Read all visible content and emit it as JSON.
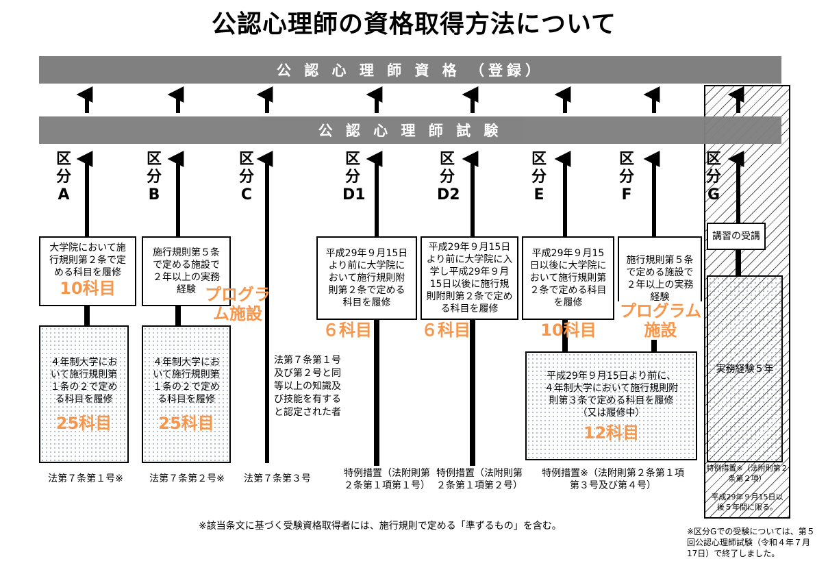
{
  "title": "公認心理師の資格取得方法について",
  "bars": {
    "qualification": "公 認 心 理 師 資 格 （登録）",
    "exam": "公 認 心 理 師 試 験"
  },
  "columns": {
    "A": {
      "label": "区分A",
      "box1": "大学院において施行規則第２条で定める科目を履修",
      "box1_count": "10科目",
      "box2": "４年制大学において施行規則第１条の２で定める科目を履修",
      "box2_count": "25科目",
      "caption": "法第７条第１号※"
    },
    "B": {
      "label": "区分B",
      "box1": "施行規則第５条で定める施設で２年以上の実務経験",
      "program": "プログラム施設",
      "box2": "４年制大学において施行規則第１条の２で定める科目を履修",
      "box2_count": "25科目",
      "caption": "法第７条第２号※"
    },
    "C": {
      "label": "区分C",
      "text": "法第７条第１号及び第２号と同等以上の知識及び技能を有すると認定された者",
      "caption": "法第７条第３号"
    },
    "D1": {
      "label": "区分D1",
      "box1": "平成29年９月15日より前に大学院において施行規則附則第２条で定める科目を履修",
      "count": "６科目",
      "caption": "特例措置（法附則第２条第１項第１号）"
    },
    "D2": {
      "label": "区分D2",
      "box1": "平成29年９月15日より前に大学院に入学し平成29年９月15日以後に施行規則附則第２条で定める科目を履修",
      "count": "６科目",
      "caption": "特例措置（法附則第２条第１項第２号）"
    },
    "E": {
      "label": "区分E",
      "box1": "平成29年９月15日以後に大学院において施行規則第２条で定める科目を履修",
      "count": "10科目",
      "box2": "平成29年９月15日より前に、４年制大学において施行規則附則第３条で定める科目を履修（又は履修中）",
      "box2_count": "12科目",
      "caption": "特例措置※（法附則第２条第１項第３号及び第４号）"
    },
    "F": {
      "label": "区分F",
      "box1": "施行規則第５条で定める施設で２年以上の実務経験",
      "program": "プログラム施設"
    },
    "G": {
      "label": "区分G",
      "box1": "講習の受講",
      "box2": "実務経験５年",
      "caption": "特例措置※（法附則第２条第２項）",
      "note": "平成29年９月15日以後５年間に限る。"
    }
  },
  "footnote": "※該当条文に基づく受験資格取得者には、施行規則で定める「準ずるもの」を含む。",
  "g_note": "※区分Gでの受験については、第５回公認心理師試験（令和４年７月17日）で終了しました。"
}
